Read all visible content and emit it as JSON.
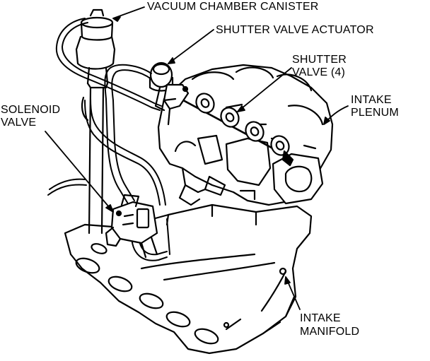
{
  "labels": {
    "vacuum_chamber_canister": "VACUUM CHAMBER CANISTER",
    "shutter_valve_actuator": "SHUTTER VALVE ACTUATOR",
    "shutter_valve_line1": "SHUTTER",
    "shutter_valve_line2": "VALVE (4)",
    "intake_plenum_line1": "INTAKE",
    "intake_plenum_line2": "PLENUM",
    "solenoid_valve_line1": "SOLENOID",
    "solenoid_valve_line2": "VALVE",
    "intake_manifold_line1": "INTAKE",
    "intake_manifold_line2": "MANIFOLD"
  },
  "colors": {
    "ink": "#000000",
    "paper": "#ffffff"
  }
}
